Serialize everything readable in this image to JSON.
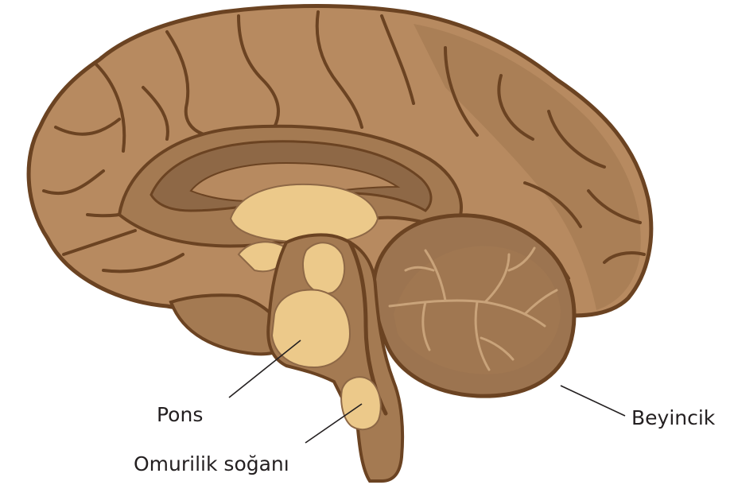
{
  "diagram": {
    "labels": {
      "pons": "Pons",
      "medulla": "Omurilik soğanı",
      "cerebellum": "Beyincik"
    },
    "colors": {
      "cortex": "#b78a60",
      "cortex_dark": "#a47a52",
      "outline": "#6b4322",
      "deep": "#8e6846",
      "highlight": "#ecc98a",
      "cerebellum": "#9c7450",
      "leader_line": "#231f20"
    }
  }
}
